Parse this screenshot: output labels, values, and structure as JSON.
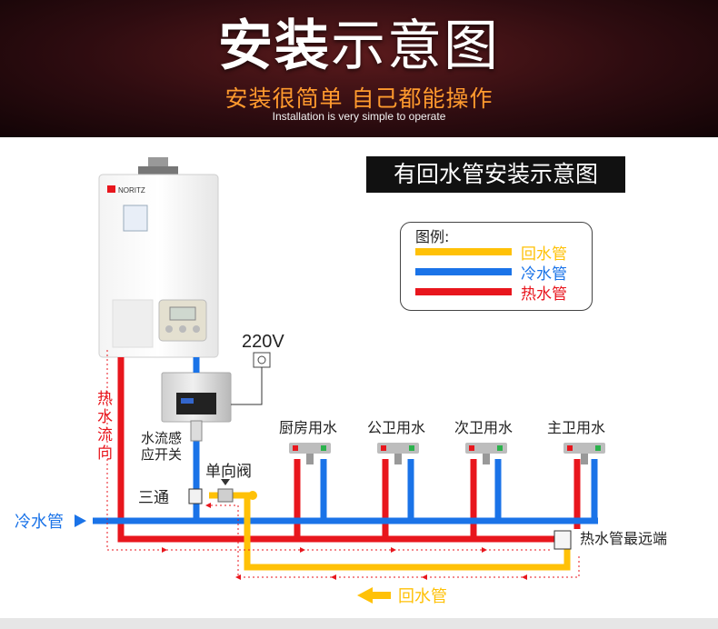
{
  "header": {
    "title_bold": "安装",
    "title_thin": "示意图",
    "subtitle": "安装很简单 自己都能操作",
    "subtitle_en": "Installation is very simple to operate"
  },
  "section_title": "有回水管安装示意图",
  "legend": {
    "title": "图例:",
    "items": [
      {
        "label": "回水管",
        "color": "#ffc107"
      },
      {
        "label": "冷水管",
        "color": "#1a73e8"
      },
      {
        "label": "热水管",
        "color": "#e8161d"
      }
    ]
  },
  "heater": {
    "brand": "NORITZ"
  },
  "labels": {
    "power": "220V",
    "hot_flow_dir": "热水流向",
    "flow_switch_line1": "水流感",
    "flow_switch_line2": "应开关",
    "check_valve": "单向阀",
    "tee": "三通",
    "cold_pipe": "冷水管",
    "return_pipe": "回水管",
    "farthest_end": "热水管最远端",
    "fixtures": [
      "厨房用水",
      "公卫用水",
      "次卫用水",
      "主卫用水"
    ]
  },
  "colors": {
    "hot": "#e8161d",
    "cold": "#1a73e8",
    "return": "#ffc107",
    "banner_accent": "#ff9a2e"
  }
}
